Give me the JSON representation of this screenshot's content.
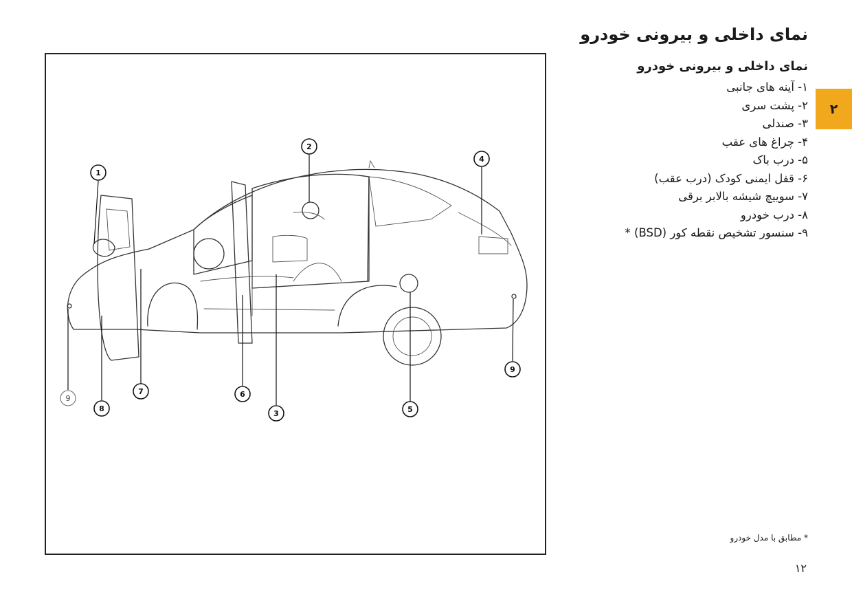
{
  "page": {
    "title": "نمای داخلی و بیرونی خودرو",
    "chapter_tab": "۲",
    "page_number": "۱۲"
  },
  "legend": {
    "heading": "نمای داخلی و بیرونی خودرو",
    "items": [
      "۱- آینه های جانبی",
      "۲- پشت سری",
      "۳- صندلی",
      "۴- چراغ های عقب",
      "۵- درب باک",
      "۶- قفل ایمنی کودک (درب عقب)",
      "۷- سوییچ شیشه بالابر برقی",
      "۸- درب خودرو",
      "۹- سنسور تشخیص نقطه کور (BSD) *"
    ]
  },
  "footnote": "* مطابق با مدل خودرو",
  "figure": {
    "callouts": {
      "c1": "1",
      "c2": "2",
      "c3": "3",
      "c4": "4",
      "c5": "5",
      "c6": "6",
      "c7": "7",
      "c8": "8",
      "c9_front": "9",
      "c9_rear": "9"
    }
  }
}
